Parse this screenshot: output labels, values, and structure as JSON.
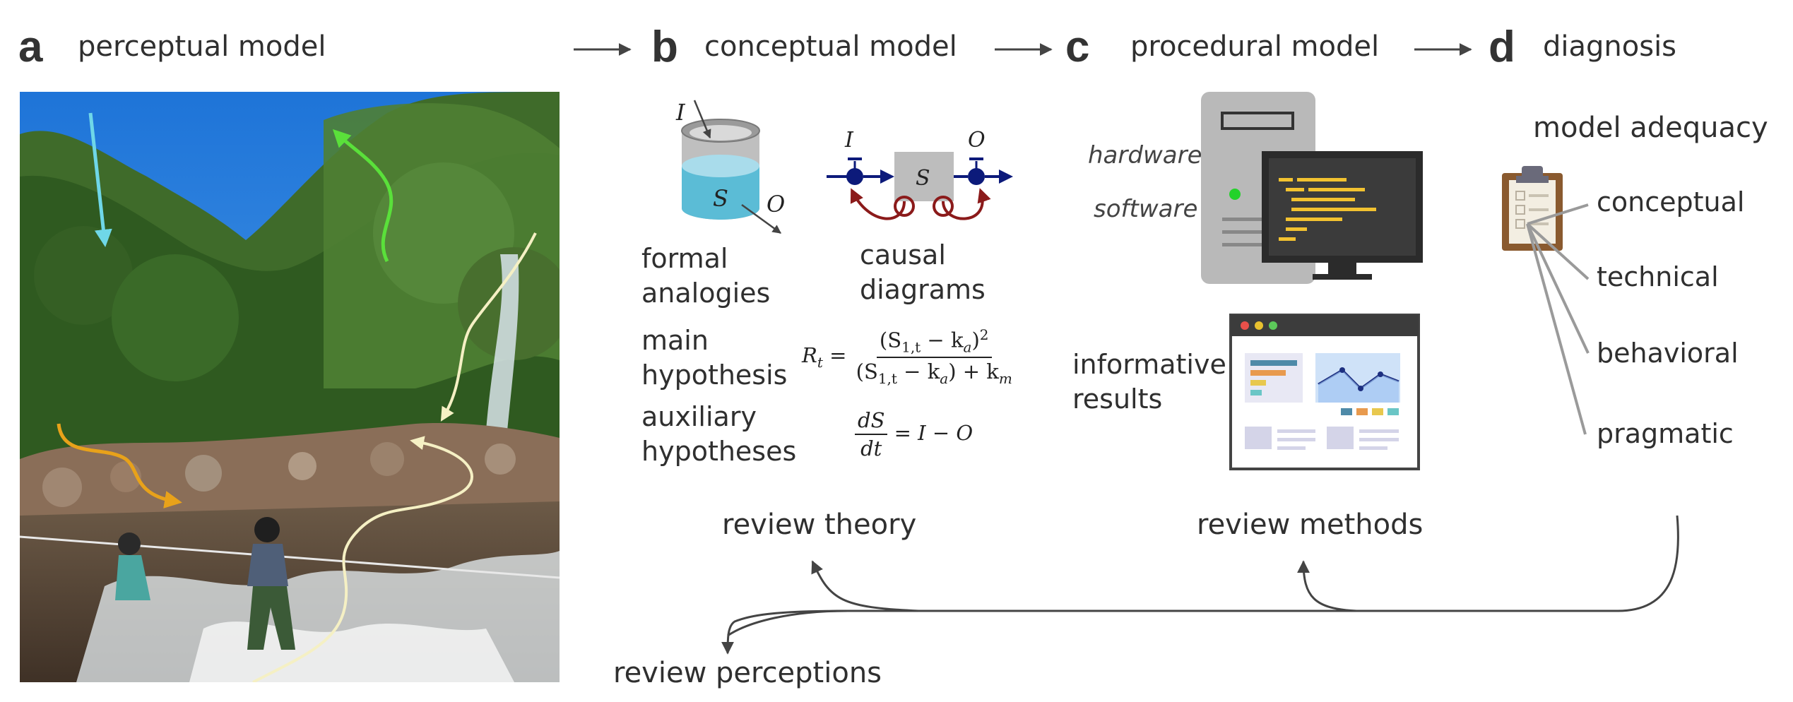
{
  "panels": {
    "a": {
      "letter": "a",
      "title": "perceptual model"
    },
    "b": {
      "letter": "b",
      "title": "conceptual model"
    },
    "c": {
      "letter": "c",
      "title": "procedural model"
    },
    "d": {
      "letter": "d",
      "title": "diagnosis"
    }
  },
  "conceptual": {
    "tank": {
      "input": "I",
      "storage": "S",
      "output": "O"
    },
    "causal": {
      "input": "I",
      "storage": "S",
      "output": "O"
    },
    "formal_analogies": "formal\nanalogies",
    "causal_diagrams": "causal\ndiagrams",
    "main_hypothesis": "main\nhypothesis",
    "auxiliary_hypotheses": "auxiliary\nhypotheses",
    "main_eq": {
      "lhs": "R",
      "lhs_sub": "t",
      "numerator": "(S",
      "num_sub": "1,t",
      "num_mid": " − k",
      "num_sub2": "a",
      "num_end": ")",
      "num_sup": "2",
      "denominator": "(S",
      "den_sub": "1,t",
      "den_mid": " − k",
      "den_sub2": "a",
      "den_end": ") + k",
      "den_sub3": "m"
    },
    "aux_eq": {
      "numerator": "dS",
      "denominator": "dt",
      "rhs": "= I − O"
    }
  },
  "procedural": {
    "hardware": "hardware",
    "software": "software",
    "informative_results": "informative\nresults"
  },
  "diagnosis": {
    "model_adequacy": "model adequacy",
    "items": [
      "conceptual",
      "technical",
      "behavioral",
      "pragmatic"
    ]
  },
  "feedback": {
    "review_theory": "review theory",
    "review_methods": "review methods",
    "review_perceptions": "review perceptions"
  },
  "colors": {
    "arrow": "#444444",
    "sky": "#3a8be0",
    "vegetation": "#3f6b2a",
    "water": "#7d9bb0",
    "rocks": "#8a6e58",
    "storage_water": "#5bbcd6",
    "causal_node": "#0c1a7a",
    "causal_loop": "#8b1a1a",
    "computer_case": "#b9b9b9",
    "monitor": "#2b2b2b",
    "code_yellow": "#f2c230",
    "clipboard": "#8a5a2f",
    "arrow_cyan": "#6fd7e8",
    "arrow_green": "#5ae03a",
    "arrow_orange": "#e8a21a",
    "arrow_cream": "#f5f0c4"
  }
}
